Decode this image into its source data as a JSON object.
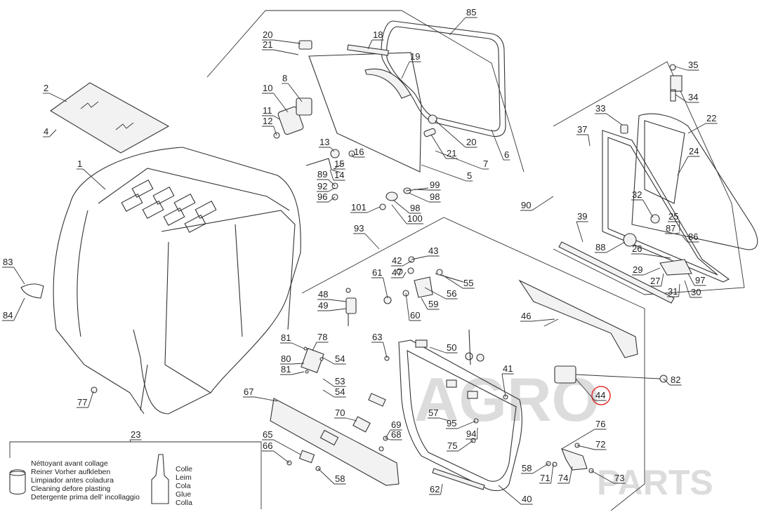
{
  "watermark": {
    "line1": "AGRO",
    "line2": "PARTS"
  },
  "highlight_color": "#e03030",
  "callouts": [
    {
      "id": "c1",
      "text": "1"
    },
    {
      "id": "c2",
      "text": "2"
    },
    {
      "id": "c4",
      "text": "4"
    },
    {
      "id": "c5",
      "text": "5"
    },
    {
      "id": "c6",
      "text": "6"
    },
    {
      "id": "c7",
      "text": "7"
    },
    {
      "id": "c8",
      "text": "8"
    },
    {
      "id": "c10",
      "text": "10"
    },
    {
      "id": "c11",
      "text": "11"
    },
    {
      "id": "c12",
      "text": "12"
    },
    {
      "id": "c13",
      "text": "13"
    },
    {
      "id": "c14",
      "text": "14"
    },
    {
      "id": "c15",
      "text": "15"
    },
    {
      "id": "c16",
      "text": "16"
    },
    {
      "id": "c18",
      "text": "18"
    },
    {
      "id": "c19",
      "text": "19"
    },
    {
      "id": "c20a",
      "text": "20"
    },
    {
      "id": "c20b",
      "text": "20"
    },
    {
      "id": "c21a",
      "text": "21"
    },
    {
      "id": "c21b",
      "text": "21"
    },
    {
      "id": "c22",
      "text": "22"
    },
    {
      "id": "c23",
      "text": "23"
    },
    {
      "id": "c24",
      "text": "24"
    },
    {
      "id": "c25",
      "text": "25"
    },
    {
      "id": "c26",
      "text": "26"
    },
    {
      "id": "c27",
      "text": "27"
    },
    {
      "id": "c29",
      "text": "29"
    },
    {
      "id": "c30",
      "text": "30"
    },
    {
      "id": "c31",
      "text": "31"
    },
    {
      "id": "c32",
      "text": "32"
    },
    {
      "id": "c33",
      "text": "33"
    },
    {
      "id": "c34",
      "text": "34"
    },
    {
      "id": "c35",
      "text": "35"
    },
    {
      "id": "c37",
      "text": "37"
    },
    {
      "id": "c39",
      "text": "39"
    },
    {
      "id": "c40",
      "text": "40"
    },
    {
      "id": "c41",
      "text": "41"
    },
    {
      "id": "c42",
      "text": "42"
    },
    {
      "id": "c43",
      "text": "43"
    },
    {
      "id": "c44",
      "text": "44"
    },
    {
      "id": "c46",
      "text": "46"
    },
    {
      "id": "c47",
      "text": "47"
    },
    {
      "id": "c48",
      "text": "48"
    },
    {
      "id": "c49",
      "text": "49"
    },
    {
      "id": "c50",
      "text": "50"
    },
    {
      "id": "c53",
      "text": "53"
    },
    {
      "id": "c54a",
      "text": "54"
    },
    {
      "id": "c54b",
      "text": "54"
    },
    {
      "id": "c55",
      "text": "55"
    },
    {
      "id": "c56",
      "text": "56"
    },
    {
      "id": "c57",
      "text": "57"
    },
    {
      "id": "c58a",
      "text": "58"
    },
    {
      "id": "c58b",
      "text": "58"
    },
    {
      "id": "c59",
      "text": "59"
    },
    {
      "id": "c60",
      "text": "60"
    },
    {
      "id": "c61",
      "text": "61"
    },
    {
      "id": "c62",
      "text": "62"
    },
    {
      "id": "c63",
      "text": "63"
    },
    {
      "id": "c65",
      "text": "65"
    },
    {
      "id": "c66",
      "text": "66"
    },
    {
      "id": "c67",
      "text": "67"
    },
    {
      "id": "c68",
      "text": "68"
    },
    {
      "id": "c69",
      "text": "69"
    },
    {
      "id": "c70",
      "text": "70"
    },
    {
      "id": "c71",
      "text": "71"
    },
    {
      "id": "c72",
      "text": "72"
    },
    {
      "id": "c73",
      "text": "73"
    },
    {
      "id": "c74",
      "text": "74"
    },
    {
      "id": "c75",
      "text": "75"
    },
    {
      "id": "c76",
      "text": "76"
    },
    {
      "id": "c77",
      "text": "77"
    },
    {
      "id": "c78",
      "text": "78"
    },
    {
      "id": "c80",
      "text": "80"
    },
    {
      "id": "c81a",
      "text": "81"
    },
    {
      "id": "c81b",
      "text": "81"
    },
    {
      "id": "c82",
      "text": "82"
    },
    {
      "id": "c83",
      "text": "83"
    },
    {
      "id": "c84",
      "text": "84"
    },
    {
      "id": "c85",
      "text": "85"
    },
    {
      "id": "c86",
      "text": "86"
    },
    {
      "id": "c87",
      "text": "87"
    },
    {
      "id": "c88",
      "text": "88"
    },
    {
      "id": "c89",
      "text": "89"
    },
    {
      "id": "c90",
      "text": "90"
    },
    {
      "id": "c92",
      "text": "92"
    },
    {
      "id": "c93",
      "text": "93"
    },
    {
      "id": "c94",
      "text": "94"
    },
    {
      "id": "c95",
      "text": "95"
    },
    {
      "id": "c96",
      "text": "96"
    },
    {
      "id": "c97",
      "text": "97"
    },
    {
      "id": "c98a",
      "text": "98"
    },
    {
      "id": "c98b",
      "text": "98"
    },
    {
      "id": "c99",
      "text": "99"
    },
    {
      "id": "c100",
      "text": "100"
    },
    {
      "id": "c101",
      "text": "101"
    }
  ],
  "note": {
    "cleaner_lines": [
      "Néttoyant avant collage",
      "Reiner Vorher aufkleben",
      "Limpiador antes coladura",
      "Cleaning defore plasting",
      "Detergente prima dell' incollaggio"
    ],
    "glue_lines": [
      "Colle",
      "Leim",
      "Cola",
      "Glue",
      "Colla"
    ]
  }
}
